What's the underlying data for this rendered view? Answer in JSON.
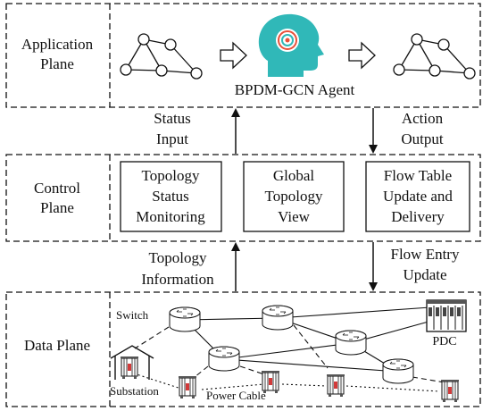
{
  "application_plane": {
    "label_line1": "Application",
    "label_line2": "Plane",
    "agent_label": "BPDM-GCN Agent"
  },
  "control_plane": {
    "label_line1": "Control",
    "label_line2": "Plane",
    "status_input": [
      "Status",
      "Input"
    ],
    "action_output": [
      "Action",
      "Output"
    ],
    "modules": [
      {
        "lines": [
          "Topology",
          "Status",
          "Monitoring"
        ]
      },
      {
        "lines": [
          "Global",
          "Topology",
          "View"
        ]
      },
      {
        "lines": [
          "Flow Table",
          "Update and",
          "Delivery"
        ]
      }
    ]
  },
  "data_plane": {
    "label": "Data Plane",
    "topology_information": [
      "Topology",
      "Information"
    ],
    "flow_entry_update": [
      "Flow Entry",
      "Update"
    ],
    "switch_label": "Switch",
    "pdc_label": "PDC",
    "substation_label": "Substation",
    "power_cable_label": "Power Cable"
  },
  "colors": {
    "agent_head": "#30b8b8",
    "target_red": "#e8503a",
    "transformer_red": "#d23a3a"
  }
}
